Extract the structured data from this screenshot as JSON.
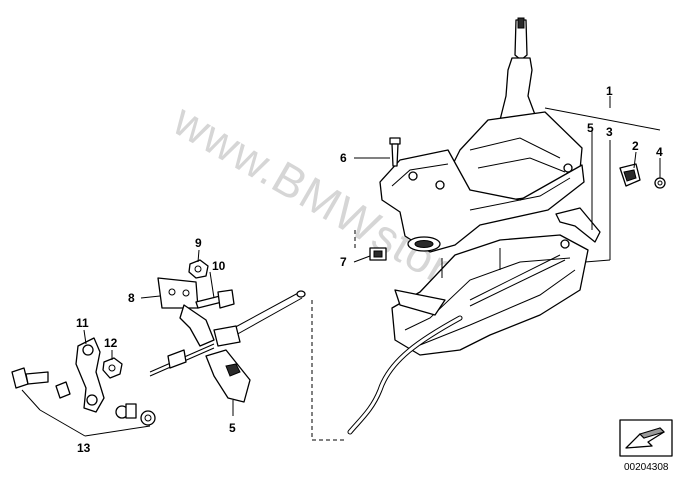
{
  "diagram": {
    "watermark": "www.BMWstore.pl",
    "callouts": [
      "1",
      "2",
      "3",
      "4",
      "5",
      "6",
      "7",
      "8",
      "9",
      "10",
      "11",
      "12",
      "13",
      "5"
    ],
    "part_code": "00204308"
  }
}
